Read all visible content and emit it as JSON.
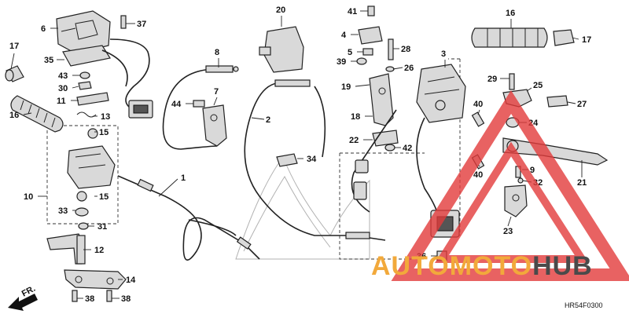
{
  "diagram": {
    "code": "HR54F0300",
    "direction_label": "FR.",
    "callouts": [
      "1",
      "2",
      "3",
      "4",
      "5",
      "6",
      "7",
      "8",
      "9",
      "10",
      "11",
      "12",
      "13",
      "14",
      "15",
      "15",
      "16",
      "16",
      "17",
      "17",
      "18",
      "19",
      "20",
      "21",
      "22",
      "23",
      "24",
      "25",
      "26",
      "27",
      "28",
      "29",
      "30",
      "31",
      "32",
      "33",
      "34",
      "35",
      "36",
      "37",
      "38",
      "38",
      "39",
      "40",
      "40",
      "41",
      "42",
      "43",
      "44"
    ]
  },
  "watermark": {
    "word_a": "AUTOMOTO",
    "word_b": "HUB",
    "colors": {
      "triangle": "#e23b3b",
      "word_a": "#f2a93b",
      "word_b": "#4a4a4a"
    }
  }
}
